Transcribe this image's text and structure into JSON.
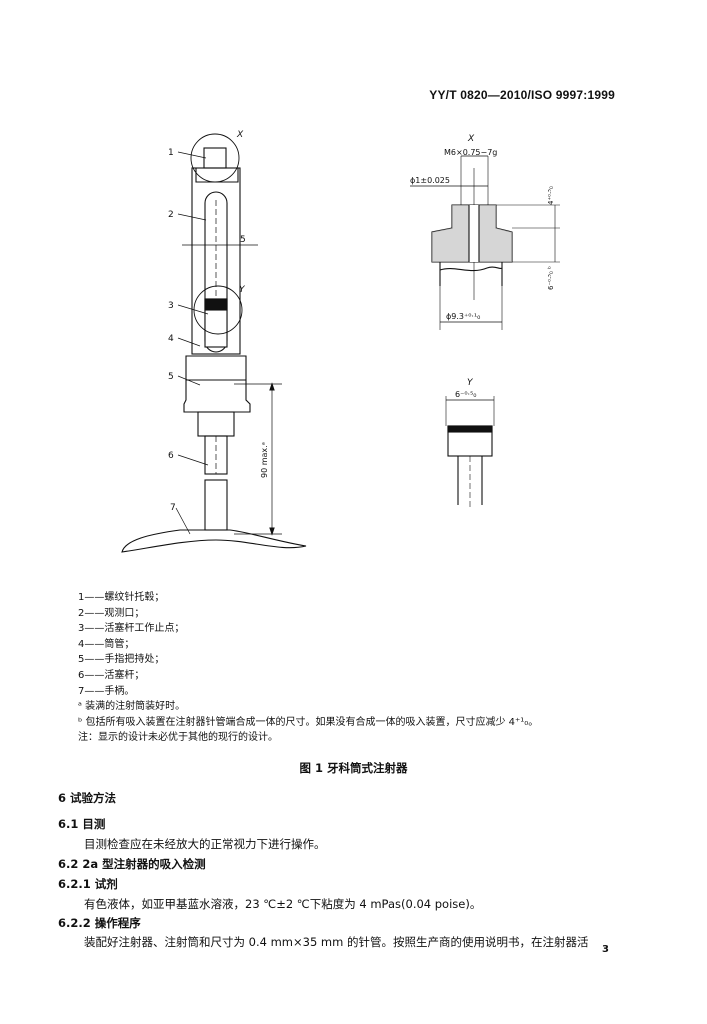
{
  "header": {
    "standard_number": "YY/T 0820—2010/ISO 9997:1999"
  },
  "figure": {
    "callouts": [
      "1",
      "2",
      "3",
      "4",
      "5",
      "6",
      "7"
    ],
    "detail_labels": [
      "X",
      "Y"
    ],
    "dim_5": "5",
    "dim_90": "90 max.ᵃ",
    "detail_x": {
      "label": "X",
      "thread": "M6×0.75−7g",
      "bore": "ϕ1±0.025",
      "dim_right_top": "4⁺⁰·⁵₀",
      "dim_right_bottom": "6⁻⁰·⁵₀ ᵇ",
      "dim_bottom": "ϕ9.3⁺⁰·¹₀"
    },
    "detail_y": {
      "label": "Y",
      "dim": "6⁻⁰·⁵₀"
    },
    "legend": [
      "1——螺纹针托毂；",
      "2——观测口；",
      "3——活塞杆工作止点；",
      "4——筒管；",
      "5——手指把持处；",
      "6——活塞杆；",
      "7——手柄。"
    ],
    "note_a": "ᵃ  装满的注射筒装好时。",
    "note_b": "ᵇ  包括所有吸入装置在注射器针管端合成一体的尺寸。如果没有合成一体的吸入装置，尺寸应减少 4⁺¹₀。",
    "note_general": "注：显示的设计未必优于其他的现行的设计。",
    "caption": "图 1   牙科筒式注射器"
  },
  "sections": {
    "s6": "6   试验方法",
    "s6_1": "6.1   目测",
    "s6_1_text": "目测检查应在未经放大的正常视力下进行操作。",
    "s6_2": "6.2   2a 型注射器的吸入检测",
    "s6_2_1": "6.2.1   试剂",
    "s6_2_1_text": "有色液体，如亚甲基蓝水溶液，23 ℃±2 ℃下粘度为 4 mPas(0.04 poise)。",
    "s6_2_2": "6.2.2   操作程序",
    "s6_2_2_text": "装配好注射器、注射筒和尺寸为 0.4 mm×35 mm 的针管。按照生产商的使用说明书，在注射器活"
  },
  "page_number": "3"
}
